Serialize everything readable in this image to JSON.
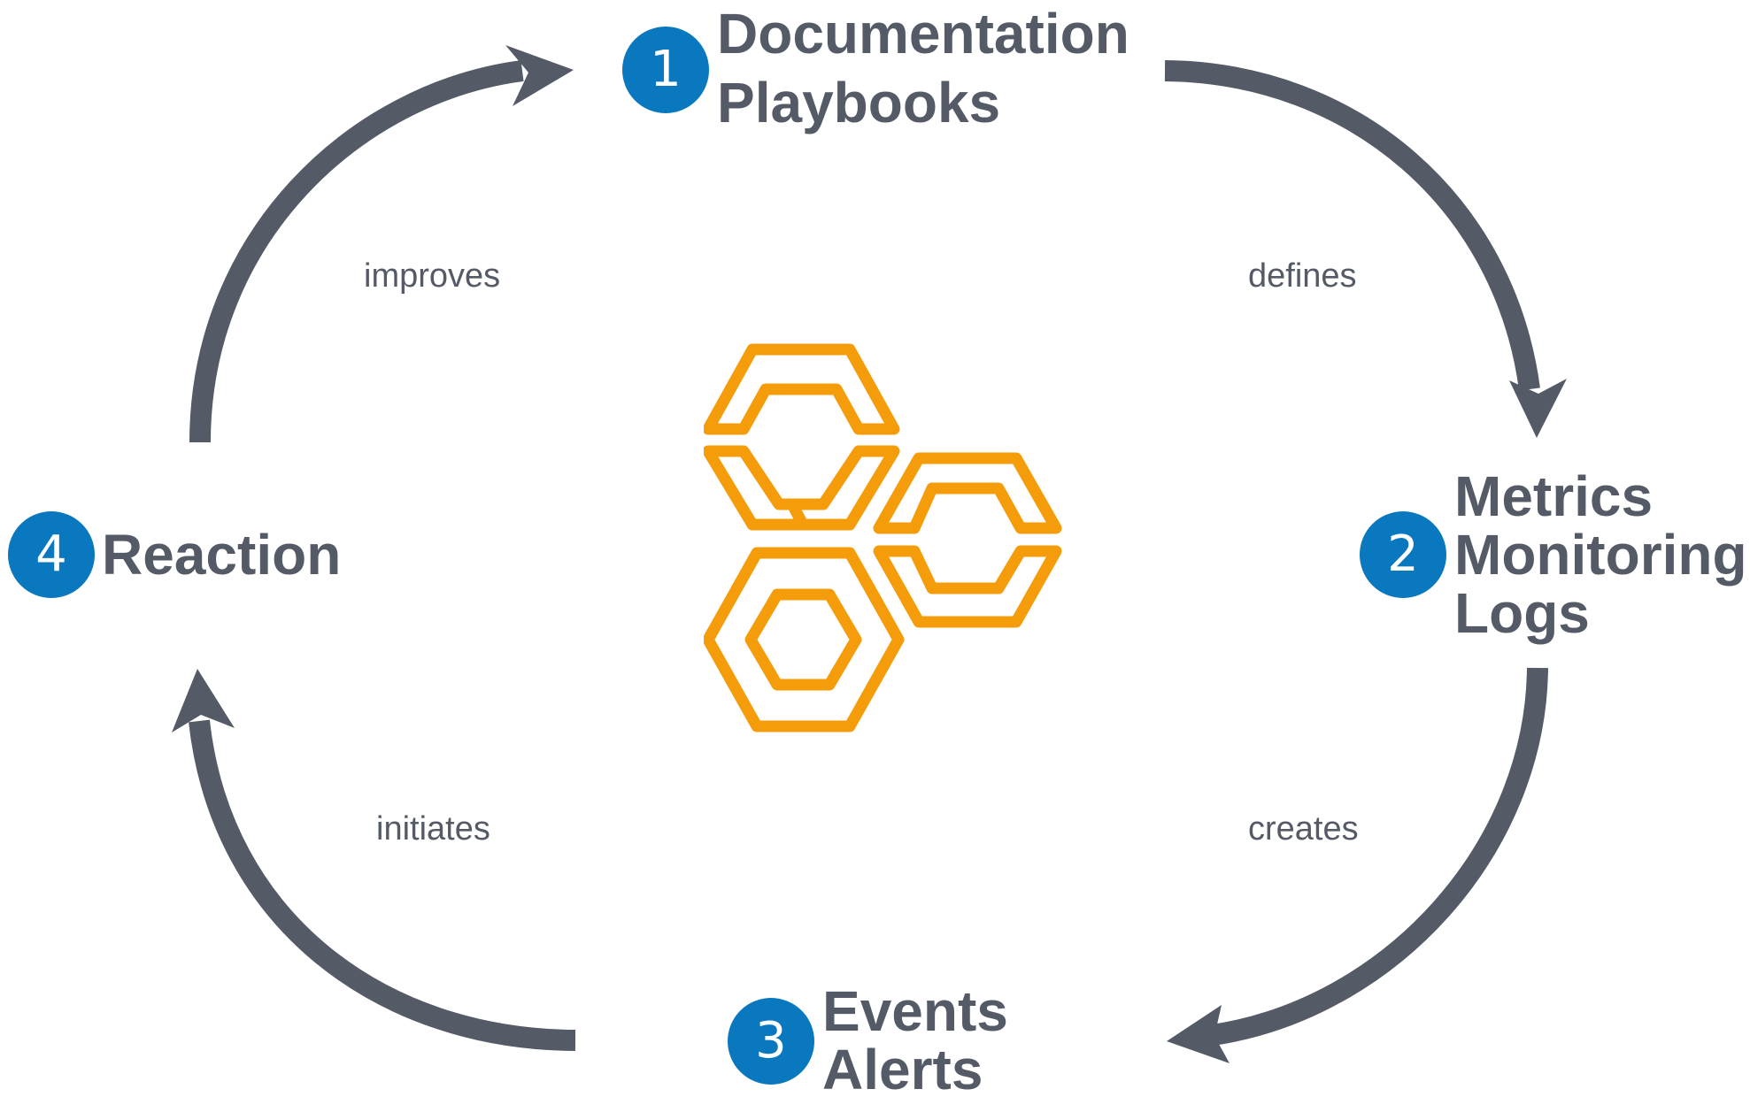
{
  "colors": {
    "arrow": "#555b66",
    "badge": "#0a78bf",
    "logo": "#f59c0a",
    "text": "#555b66"
  },
  "stages": [
    {
      "number": "1",
      "lines": [
        "Documentation",
        "Playbooks"
      ]
    },
    {
      "number": "2",
      "lines": [
        "Metrics",
        "Monitoring",
        "Logs"
      ]
    },
    {
      "number": "3",
      "lines": [
        "Events",
        "Alerts"
      ]
    },
    {
      "number": "4",
      "lines": [
        "Reaction"
      ]
    }
  ],
  "edges": [
    {
      "label": "defines"
    },
    {
      "label": "creates"
    },
    {
      "label": "initiates"
    },
    {
      "label": "improves"
    }
  ],
  "center_icon": "hexagon-cluster-icon"
}
